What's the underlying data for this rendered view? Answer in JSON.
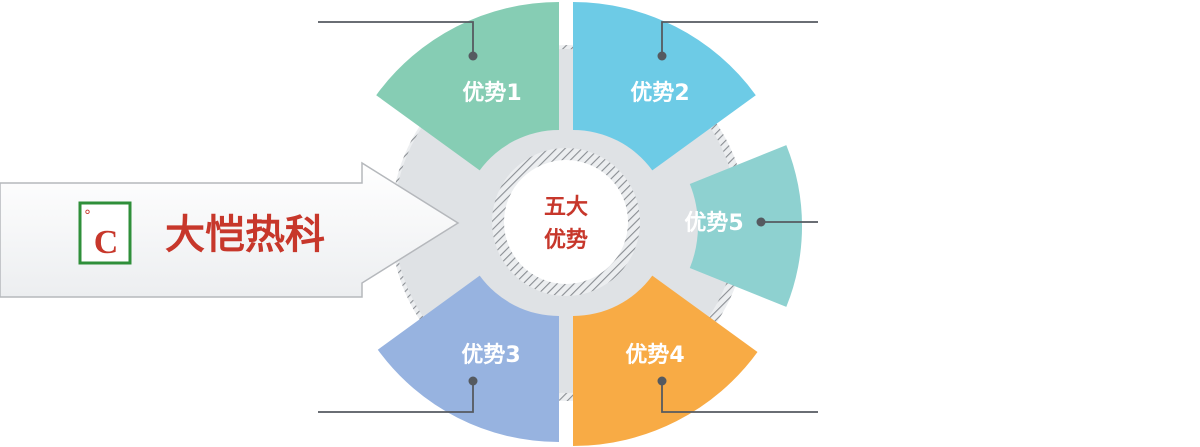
{
  "brand": {
    "logo_letter": "C",
    "logo_degree": "°",
    "name": "大恺热科",
    "logo_color": "#c7372b",
    "logo_frame_color": "#2f8f3a",
    "name_color": "#c7372b"
  },
  "center": {
    "line1": "五大",
    "line2": "优势",
    "color": "#c7372b"
  },
  "segments": [
    {
      "id": "1",
      "label": "优势1",
      "color": "#86cdb4"
    },
    {
      "id": "2",
      "label": "优势2",
      "color": "#6dcbe6"
    },
    {
      "id": "5",
      "label": "优势5",
      "color": "#8ed1d0"
    },
    {
      "id": "4",
      "label": "优势4",
      "color": "#f8ab45"
    },
    {
      "id": "3",
      "label": "优势3",
      "color": "#97b3e0"
    }
  ],
  "colors": {
    "ring_gray": "#dfe2e5",
    "connector": "#555a60",
    "arrow_outline": "#b5b8bc"
  }
}
